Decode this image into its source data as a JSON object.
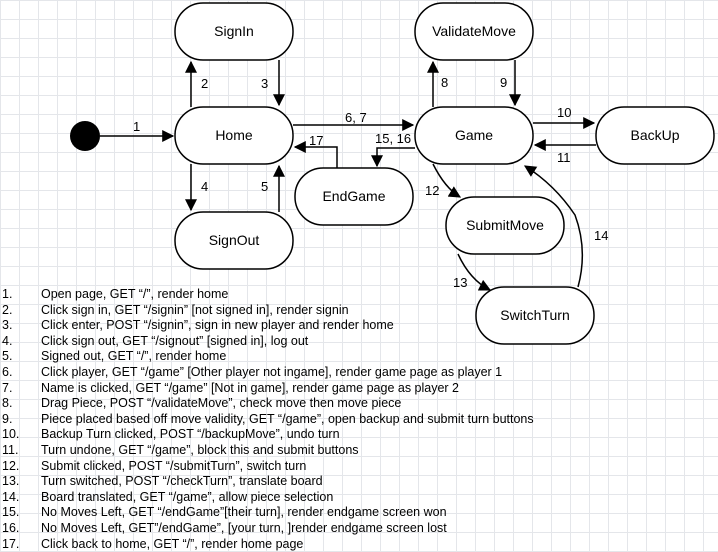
{
  "states": {
    "signin": "SignIn",
    "home": "Home",
    "signout": "SignOut",
    "validatemove": "ValidateMove",
    "game": "Game",
    "backup": "BackUp",
    "endgame": "EndGame",
    "submitmove": "SubmitMove",
    "switchturn": "SwitchTurn"
  },
  "edge_labels": {
    "e1": "1",
    "e2": "2",
    "e3": "3",
    "e4": "4",
    "e5": "5",
    "e67": "6, 7",
    "e8": "8",
    "e9": "9",
    "e10": "10",
    "e11": "11",
    "e12": "12",
    "e13": "13",
    "e14": "14",
    "e1516": "15, 16",
    "e17": "17"
  },
  "legend": [
    {
      "num": "1.",
      "text": "Open page, GET “/”, render home"
    },
    {
      "num": "2.",
      "text": "Click sign in, GET “/signin” [not signed in], render signin"
    },
    {
      "num": "3.",
      "text": "Click enter, POST “/signin”, sign in new player and render home"
    },
    {
      "num": "4.",
      "text": "Click sign out, GET “/signout” [signed in], log out"
    },
    {
      "num": "5.",
      "text": "Signed out, GET “/”, render home"
    },
    {
      "num": "6.",
      "text": "Click player, GET “/game” [Other player not ingame], render game page as player 1"
    },
    {
      "num": "7.",
      "text": "Name is clicked, GET “/game” [Not in game], render game page as player 2"
    },
    {
      "num": "8.",
      "text": "Drag Piece, POST “/validateMove”, check move then move piece"
    },
    {
      "num": "9.",
      "text": "Piece placed based off move validity, GET “/game”, open backup and submit turn buttons"
    },
    {
      "num": "10.",
      "text": "Backup Turn clicked, POST “/backupMove”, undo turn"
    },
    {
      "num": "11.",
      "text": "Turn undone, GET “/game”, block this and submit buttons"
    },
    {
      "num": "12.",
      "text": "Submit clicked, POST “/submitTurn”, switch turn"
    },
    {
      "num": "13.",
      "text": "Turn switched, POST “/checkTurn”, translate board"
    },
    {
      "num": "14.",
      "text": "Board translated, GET “/game”, allow piece selection"
    },
    {
      "num": "15.",
      "text": "No Moves Left, GET “/endGame”[their turn], render endgame screen won"
    },
    {
      "num": "16.",
      "text": "No Moves Left, GET”/endGame”, [your turn, ]render endgame screen lost"
    },
    {
      "num": "17.",
      "text": "Click back to home, GET “/”, render home page"
    }
  ]
}
